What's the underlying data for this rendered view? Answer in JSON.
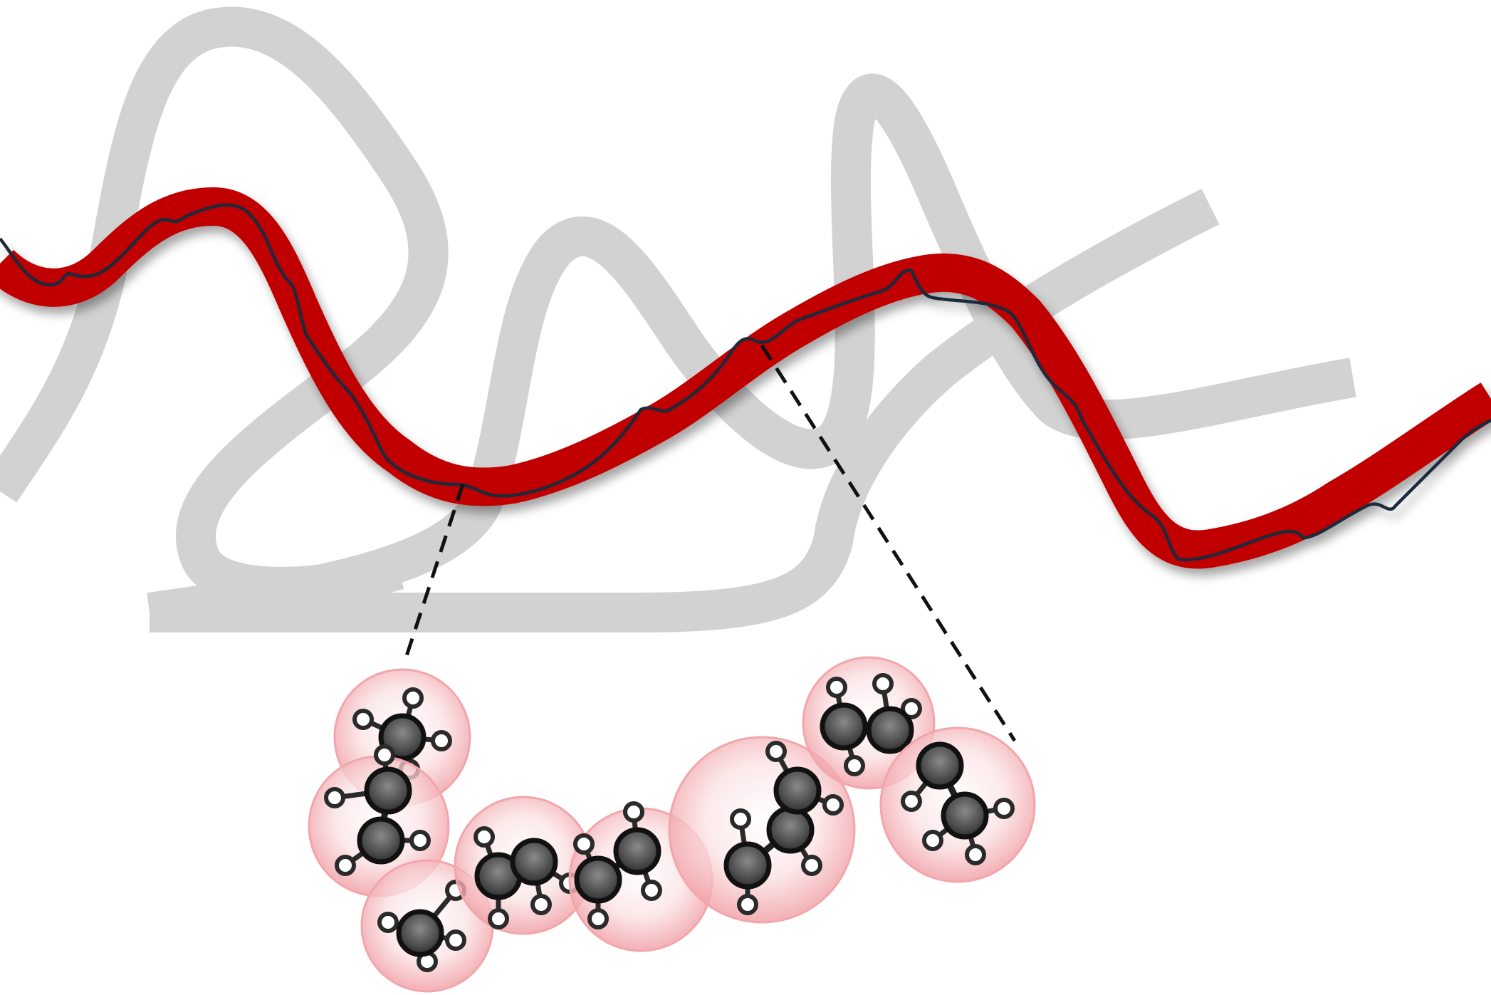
{
  "diagram": {
    "kind": "coarse-grained polymer chain illustration",
    "background_color": "#ffffff",
    "colors": {
      "background_chains": "#d2d2d2",
      "highlighted_chain": "#c00000",
      "backbone_line": "#1a2a3a",
      "zoom_guides": "#111111",
      "bead_fill": "#f4b8bc",
      "carbon_atom": "#555555",
      "hydrogen_ring": "#2a2a2a"
    },
    "background_chain_count": 3,
    "highlighted_chain_count": 1,
    "bead_count": 10,
    "zoom_guide_style": "dashed"
  }
}
